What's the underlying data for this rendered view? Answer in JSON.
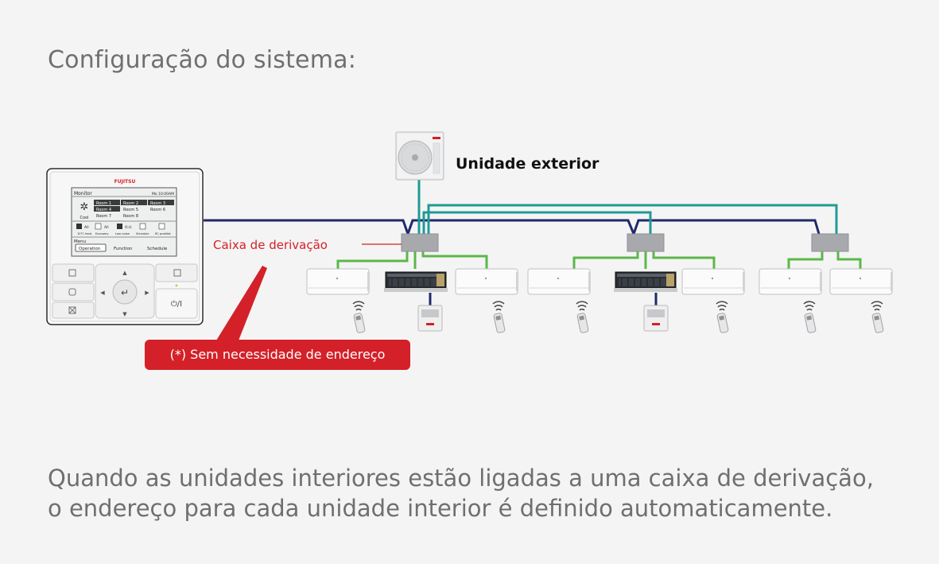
{
  "title": "Configuração do sistema:",
  "outdoor_label": "Unidade exterior",
  "branch_box_label": "Caixa de derivação",
  "note_label": "(*) Sem necessidade de endereço",
  "caption": {
    "line1": "Quando as unidades interiores estão ligadas a uma caixa de derivação,",
    "line2": "o endereço para cada unidade interior é definido automaticamente."
  },
  "controller": {
    "brand": "FUJITSU",
    "header_left": "Monitor",
    "header_right": "Mo 10:00AM",
    "mode": "Cool",
    "rooms": [
      "Room 1",
      "Room 2",
      "Room 3",
      "Room 4",
      "Room 5",
      "Room 6",
      "Room 7",
      "Room 8"
    ],
    "status_items": [
      "10°C heat",
      "Economy",
      "Low noise",
      "Schedule",
      "RC prohibit"
    ],
    "status_values": [
      "All",
      "All",
      "O.U."
    ],
    "menu_label": "Menu",
    "menu_items": [
      "Operation",
      "Function",
      "Schedule"
    ],
    "power_symbol": "⏻/I"
  },
  "colors": {
    "accent_red": "#d42028",
    "line_navy": "#1f2a6b",
    "line_teal": "#1f9a96",
    "line_green": "#5ab84a",
    "branch_box": "#a7a9ac"
  }
}
